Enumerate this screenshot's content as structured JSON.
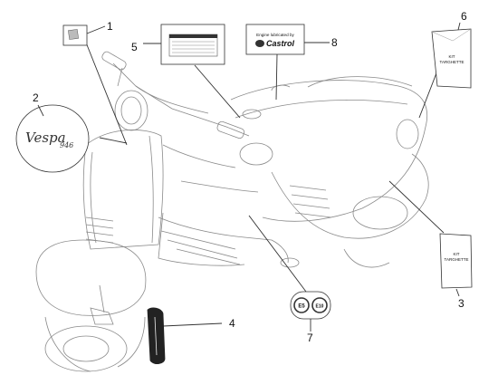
{
  "diagram": {
    "callouts": [
      {
        "id": "1",
        "label": "1"
      },
      {
        "id": "2",
        "label": "2"
      },
      {
        "id": "3",
        "label": "3"
      },
      {
        "id": "4",
        "label": "4"
      },
      {
        "id": "5",
        "label": "5"
      },
      {
        "id": "6",
        "label": "6"
      },
      {
        "id": "7",
        "label": "7"
      },
      {
        "id": "8",
        "label": "8"
      }
    ],
    "parts": {
      "engine_label_line1": "Engine lubricated by",
      "engine_label_brand": "Castrol",
      "emblem_script": "Vespa",
      "emblem_model": "946",
      "kit_line1": "KIT",
      "kit_line2": "TARGHETTE",
      "badge_left": "E5",
      "badge_right": "E10"
    }
  }
}
